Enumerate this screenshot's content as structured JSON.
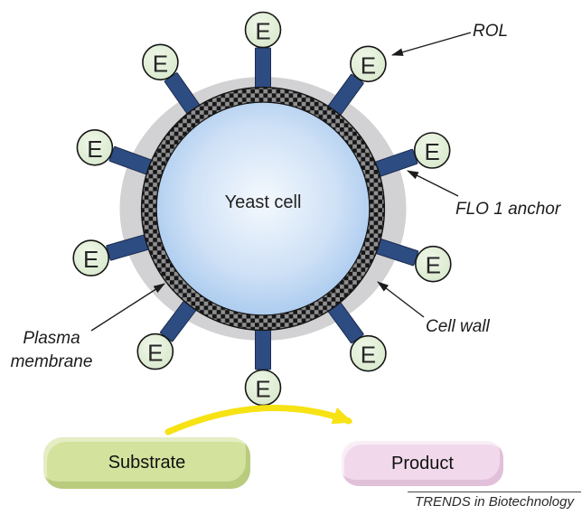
{
  "figure": {
    "yeast_cell_label": "Yeast cell",
    "enzyme": {
      "label": "E",
      "count": 10,
      "angles_deg": [
        19,
        54,
        90,
        125,
        160,
        196,
        233,
        270,
        306,
        342
      ]
    },
    "callouts": {
      "rol": "ROL",
      "flo1_anchor": "FLO 1 anchor",
      "cell_wall": "Cell wall",
      "plasma_membrane": [
        "Plasma",
        "membrane"
      ]
    },
    "reaction": {
      "substrate": "Substrate",
      "product": "Product"
    },
    "footer_credit": "TRENDS in Biotechnology",
    "colors": {
      "cell_wall_gray": "#d2d2d4",
      "membrane_black": "#161616",
      "membrane_gray": "#8f8f91",
      "cell_blue_center": "#f4f9fe",
      "cell_blue_edge": "#a6c8ee",
      "anchor_navy": "#2d4c82",
      "anchor_outline": "#1b2c4e",
      "enzyme_green_light": "#f0f7e9",
      "enzyme_green": "#d5e7c8",
      "substrate_green": "#d3e29d",
      "product_pink": "#f1d9eb",
      "arrow_yellow": "#f7e214",
      "text_dark": "#1c1c1c"
    }
  }
}
